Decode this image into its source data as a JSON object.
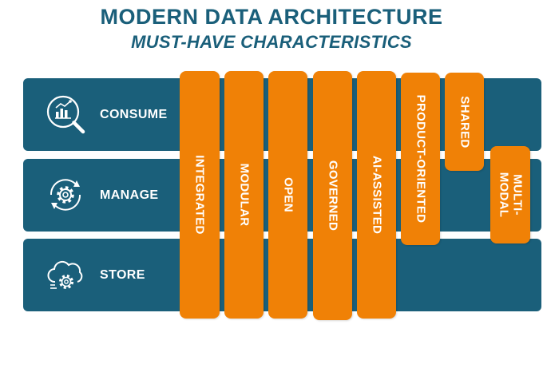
{
  "header": {
    "title": "MODERN DATA ARCHITECTURE",
    "subtitle": "MUST-HAVE CHARACTERISTICS"
  },
  "layers": [
    {
      "label": "CONSUME",
      "icon": "analytics-magnifier-icon"
    },
    {
      "label": "MANAGE",
      "icon": "gear-cycle-icon"
    },
    {
      "label": "STORE",
      "icon": "cloud-gear-icon"
    }
  ],
  "characteristics": [
    {
      "label": "INTEGRATED"
    },
    {
      "label": "MODULAR"
    },
    {
      "label": "OPEN"
    },
    {
      "label": "GOVERNED"
    },
    {
      "label": "AI-ASSISTED"
    },
    {
      "label": "PRODUCT-ORIENTED"
    },
    {
      "label": "SHARED"
    },
    {
      "label": "MULTI-\nMODAL"
    }
  ],
  "colors": {
    "band": "#1a5f7a",
    "pillar": "#f08106",
    "title": "#1a5f7a"
  }
}
